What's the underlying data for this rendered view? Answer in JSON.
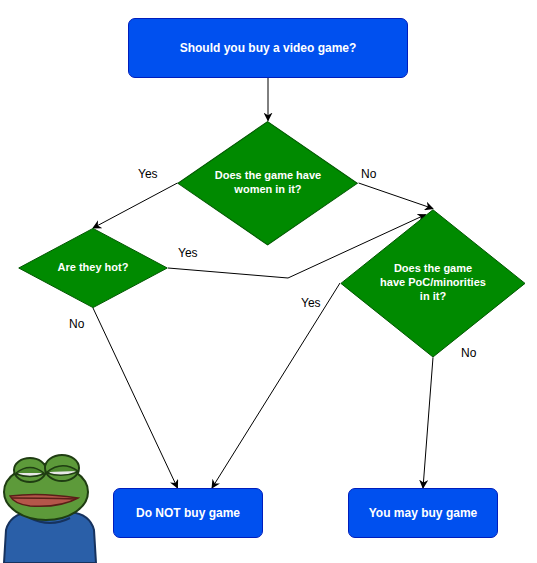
{
  "diagram": {
    "nodes": [
      {
        "text": [
          "Should you buy a video game?"
        ]
      },
      {
        "text": [
          "Does the game have women in it?"
        ]
      },
      {
        "text": [
          "Are they hot?"
        ]
      },
      {
        "text": [
          "Does the game have PoC/minorities in it?"
        ]
      },
      {
        "text": [
          "Do NOT buy game"
        ]
      },
      {
        "text": [
          "You may buy game"
        ]
      }
    ],
    "edges": [
      {
        "from": 0,
        "to": 1,
        "arrow": "to"
      },
      {
        "from": 1,
        "to": 2,
        "label": "Yes",
        "arrow": "to"
      },
      {
        "from": 1,
        "to": 3,
        "label": "No",
        "arrow": "to"
      },
      {
        "from": 2,
        "to": 3,
        "label": "Yes",
        "arrow": "to"
      },
      {
        "from": 2,
        "to": 4,
        "label": "No",
        "arrow": "to"
      },
      {
        "from": 3,
        "to": 4,
        "label": "Yes",
        "arrow": "to"
      },
      {
        "from": 3,
        "to": 5,
        "label": "No",
        "arrow": "to"
      }
    ]
  }
}
